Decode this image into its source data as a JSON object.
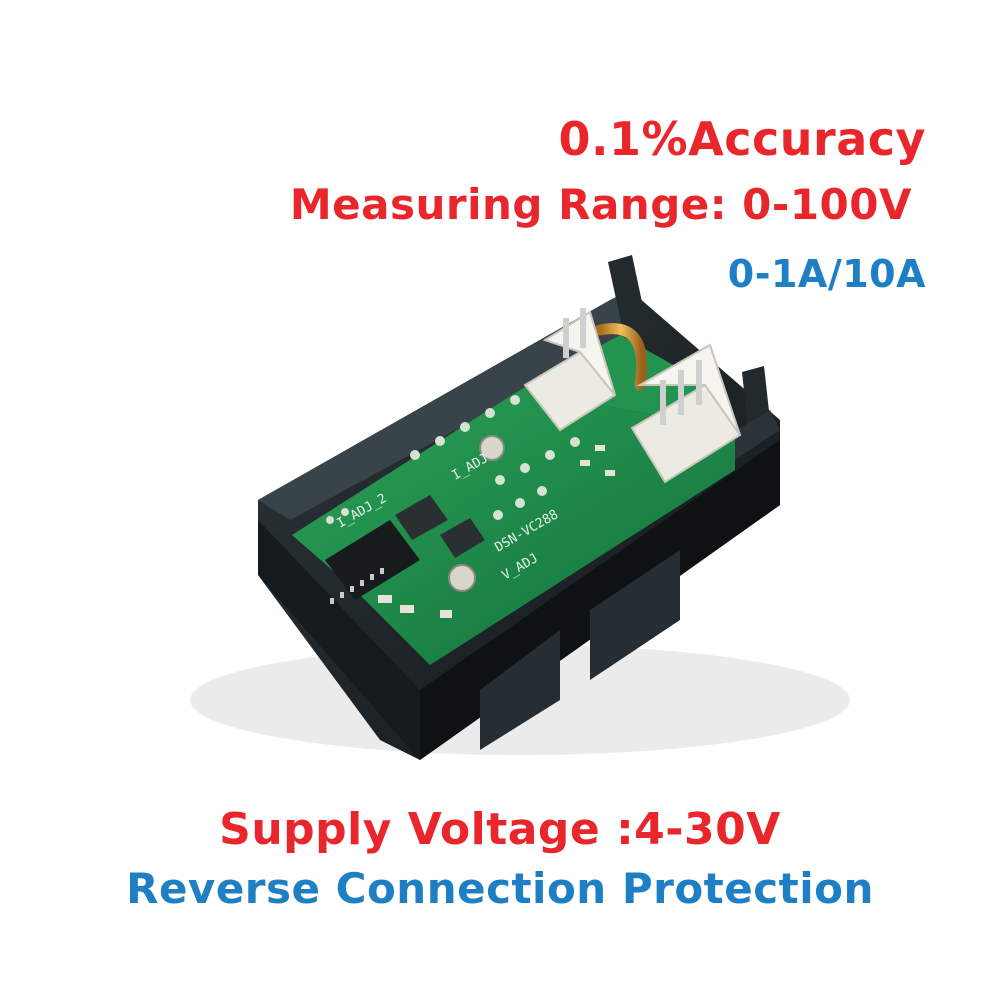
{
  "captions": {
    "accuracy": "0.1%Accuracy",
    "range": "Measuring Range: 0-100V",
    "current": "0-1A/10A",
    "supply": "Supply Voltage :4-30V",
    "reverse": "Reverse Connection Protection"
  },
  "pcb_silkscreen": {
    "model": "DSN-VC288",
    "i_adj_2": "I_ADJ_2",
    "i_adj": "I_ADJ",
    "v_adj": "V_ADJ"
  },
  "colors": {
    "red": "#e8262b",
    "blue": "#1e7fc4",
    "pcb": "#1f8a47",
    "housing": "#1c2226",
    "connector": "#eceae2"
  }
}
